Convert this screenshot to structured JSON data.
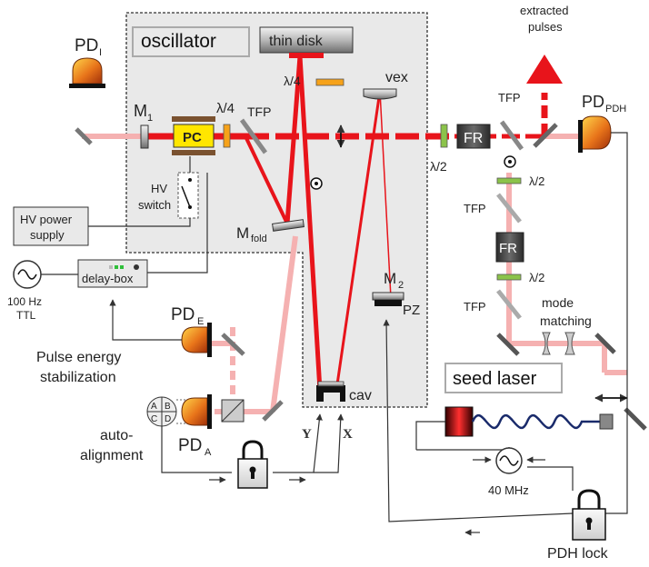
{
  "colors": {
    "beam_strong": "#e8141b",
    "beam_weak": "#f6b3b3",
    "cavity_box": "#e8e8e8",
    "signal_line": "#333333",
    "pd_orange": "#e06b10"
  },
  "labels": {
    "oscillator": "oscillator",
    "thin_disk": "thin disk",
    "extracted_pulses": [
      "extracted",
      "pulses"
    ],
    "pd_i": "PD",
    "pd_i_sub": "I",
    "pd_pdh": "PD",
    "pd_pdh_sub": "PDH",
    "m1": "M",
    "m1_sub": "1",
    "pc": "PC",
    "qw_left": "λ/4",
    "qw_top": "λ/4",
    "tfp_osc": "TFP",
    "vex": "vex",
    "hw_main": "λ/2",
    "fr_main": "FR",
    "tfp_right": "TFP",
    "hv_switch": [
      "HV",
      "switch"
    ],
    "hv_supply": [
      "HV power",
      "supply"
    ],
    "m_fold": "M",
    "m_fold_sub": "fold",
    "delay_box": "delay-box",
    "ttl": [
      "100 Hz",
      "TTL"
    ],
    "pd_e": "PD",
    "pd_e_sub": "E",
    "pulse_energy": [
      "Pulse energy",
      "stabilization"
    ],
    "quad": [
      "A",
      "B",
      "C",
      "D"
    ],
    "auto_alignment": [
      "auto-",
      "alignment"
    ],
    "pd_a": "PD",
    "pd_a_sub": "A",
    "cav": "cav",
    "axis_y": "Y",
    "axis_x": "X",
    "m2": "M",
    "m2_sub": "2",
    "pz": "PZ",
    "hw_r1": "λ/2",
    "tfp_r1": "TFP",
    "fr_iso": "FR",
    "hw_r2": "λ/2",
    "tfp_r2": "TFP",
    "mode_matching": [
      "mode",
      "matching"
    ],
    "seed_laser": "seed laser",
    "freq_40": "40 MHz",
    "pdh_lock": "PDH lock"
  }
}
